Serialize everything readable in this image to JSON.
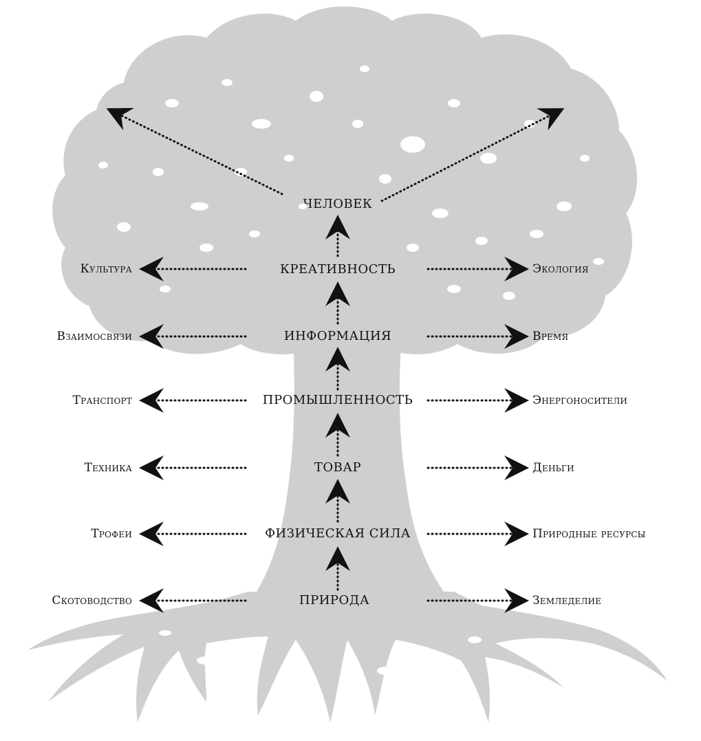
{
  "colors": {
    "tree": "#cfcfcf",
    "ink": "#111111",
    "background": "#ffffff"
  },
  "icons": {
    "tree": "tree-silhouette-icon",
    "arrow": "arrow-head-icon"
  },
  "center": {
    "top": "ЧЕЛОВЕК",
    "levels": [
      "КРЕАТИВНОСТЬ",
      "ИНФОРМАЦИЯ",
      "ПРОМЫШЛЕННОСТЬ",
      "ТОВАР",
      "ФИЗИЧЕСКАЯ СИЛА",
      "ПРИРОДА"
    ]
  },
  "left": [
    "Культура",
    "Взаимосвязи",
    "Транспорт",
    "Техника",
    "Трофеи",
    "Скотоводство"
  ],
  "right": [
    "Экология",
    "Время",
    "Энергоносители",
    "Деньги",
    "Природные ресурсы",
    "Земледелие"
  ]
}
